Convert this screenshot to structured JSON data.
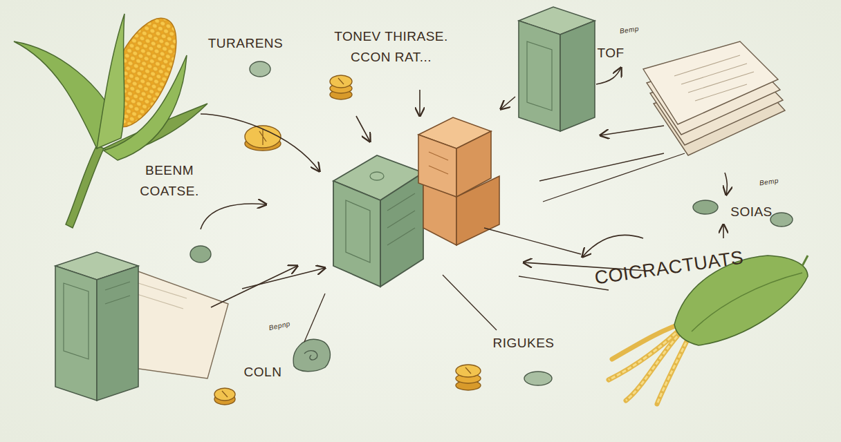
{
  "diagram": {
    "labels": [
      "TURARENS",
      "TONEV THIRASE. CCON RAT...",
      "TOF",
      "Bemp",
      "BEENM COATSE.",
      "SOIAS",
      "Bemp",
      "COICRACTUATS",
      "RIGUKES",
      "COLN",
      "Bepnp"
    ]
  }
}
